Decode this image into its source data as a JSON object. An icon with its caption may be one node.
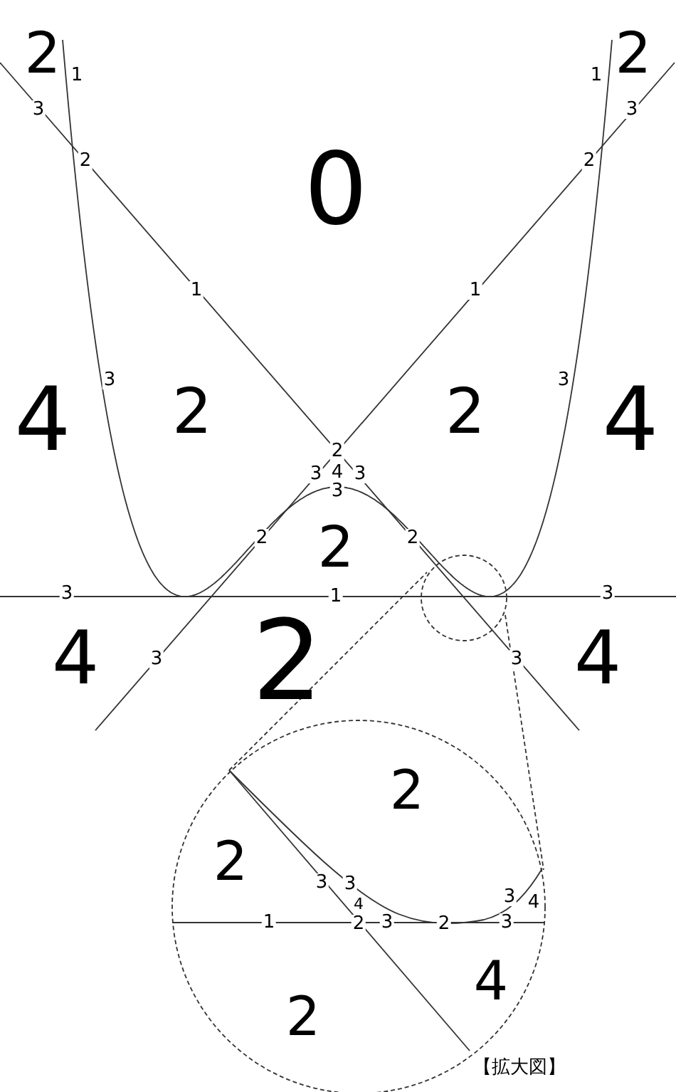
{
  "diagram": {
    "caption": "【拡大図】",
    "labels": [
      "2",
      "2",
      "1",
      "1",
      "3",
      "3",
      "2",
      "2",
      "0",
      "1",
      "1",
      "3",
      "3",
      "4",
      "2",
      "2",
      "4",
      "2",
      "3",
      "4",
      "3",
      "3",
      "2",
      "2",
      "2",
      "3",
      "1",
      "3",
      "4",
      "3",
      "2",
      "3",
      "4",
      "2",
      "2",
      "3",
      "3",
      "4",
      "3",
      "4",
      "1",
      "2",
      "3",
      "2",
      "3",
      "4",
      "2"
    ]
  }
}
